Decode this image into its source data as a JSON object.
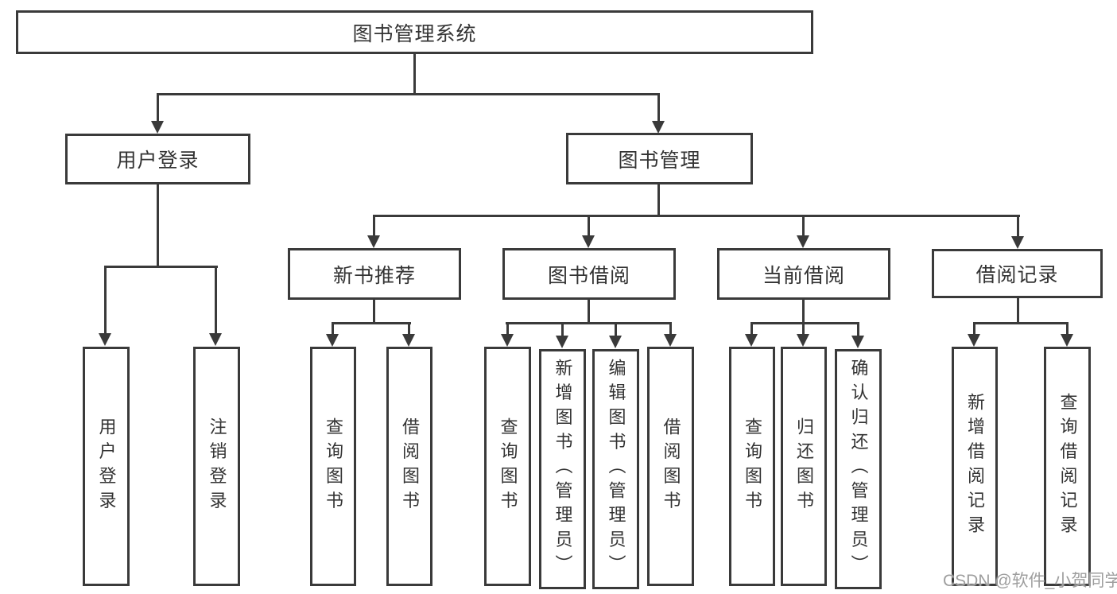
{
  "diagram": {
    "title": "图书管理系统",
    "children": [
      {
        "label": "用户登录",
        "children": [
          {
            "label": "用户登录"
          },
          {
            "label": "注销登录"
          }
        ]
      },
      {
        "label": "图书管理",
        "children": [
          {
            "label": "新书推荐",
            "children": [
              {
                "label": "查询图书"
              },
              {
                "label": "借阅图书"
              }
            ]
          },
          {
            "label": "图书借阅",
            "children": [
              {
                "label": "查询图书"
              },
              {
                "label": "新增图书（管理员）"
              },
              {
                "label": "编辑图书（管理员）"
              },
              {
                "label": "借阅图书"
              }
            ]
          },
          {
            "label": "当前借阅",
            "children": [
              {
                "label": "查询图书"
              },
              {
                "label": "归还图书"
              },
              {
                "label": "确认归还（管理员）"
              }
            ]
          },
          {
            "label": "借阅记录",
            "children": [
              {
                "label": "新增借阅记录"
              },
              {
                "label": "查询借阅记录"
              }
            ]
          }
        ]
      }
    ]
  },
  "watermark": {
    "text": "CSDN @软件_小贺同学"
  },
  "colors": {
    "line": "#3a3a3a",
    "border": "#3a3a3a",
    "text": "#333333",
    "watermark": "#9e9e9e",
    "background": "#ffffff"
  }
}
